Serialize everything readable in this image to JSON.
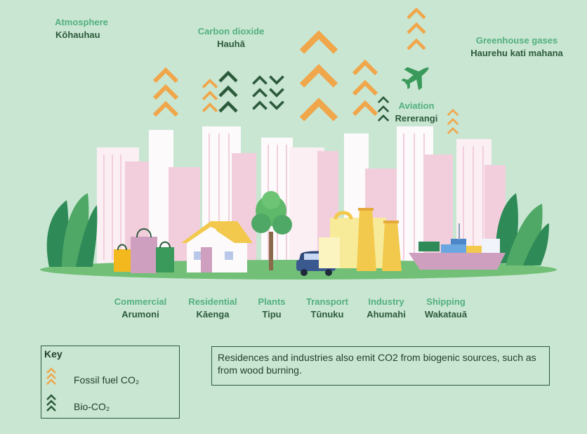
{
  "labels": {
    "atmosphere": {
      "en": "Atmosphere",
      "mi": "Kōhauhau"
    },
    "carbon_dioxide": {
      "en": "Carbon dioxide",
      "mi": "Hauhā"
    },
    "greenhouse_gases": {
      "en": "Greenhouse gases",
      "mi": "Haurehu kati mahana"
    },
    "aviation": {
      "en": "Aviation",
      "mi": "Rererangi"
    },
    "commercial": {
      "en": "Commercial",
      "mi": "Arumoni"
    },
    "residential": {
      "en": "Residential",
      "mi": "Kāenga"
    },
    "plants": {
      "en": "Plants",
      "mi": "Tipu"
    },
    "transport": {
      "en": "Transport",
      "mi": "Tūnuku"
    },
    "industry": {
      "en": "Industry",
      "mi": "Ahumahi"
    },
    "shipping": {
      "en": "Shipping",
      "mi": "Wakatauā"
    }
  },
  "key": {
    "title": "Key",
    "fossil_label": "Fossil fuel CO₂",
    "bio_label": "Bio-CO₂"
  },
  "note": "Residences and industries also emit CO2 from biogenic sources, such as from wood burning.",
  "colors": {
    "background": "#c9e6d2",
    "fossil": "#f0a64a",
    "bio": "#2c5a3b",
    "label_en": "#52b07e",
    "label_mi": "#2c5a3b",
    "ground": "#72bf77"
  }
}
